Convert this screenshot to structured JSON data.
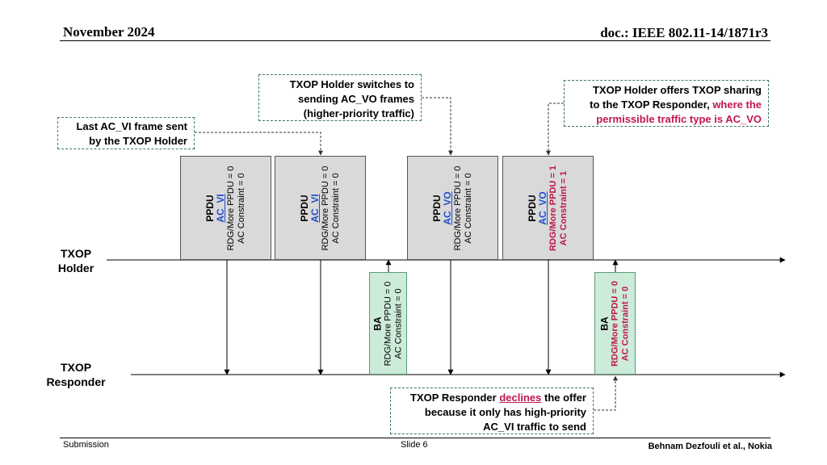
{
  "header": {
    "date": "November 2024",
    "doc": "doc.: IEEE 802.11-14/1871r3"
  },
  "footer": {
    "left": "Submission",
    "center": "Slide 6",
    "right": "Behnam Dezfouli et al., Nokia"
  },
  "lanes": {
    "holder": [
      "TXOP",
      "Holder"
    ],
    "responder": [
      "TXOP",
      "Responder"
    ]
  },
  "callouts": {
    "last_vi": [
      "Last AC_VI frame sent",
      "by the TXOP Holder"
    ],
    "switch": [
      "TXOP Holder switches to",
      "sending AC_VO frames",
      "(higher-priority traffic)"
    ],
    "offer": {
      "line1": "TXOP Holder offers TXOP sharing",
      "line2_plain": "to the TXOP Responder,",
      "line2_red": " where the",
      "line3_red": "permissible traffic type is AC_VO"
    },
    "decline": {
      "pre": "TXOP Responder ",
      "word": "declines",
      "post": " the offer",
      "line2": "because it only has high-priority",
      "line3": "AC_VI traffic to send"
    }
  },
  "frames": [
    {
      "kind": "PPDU",
      "ac": "AC_VI",
      "rdg": "RDG/More PPDU = 0",
      "acc": "AC Constraint = 0"
    },
    {
      "kind": "PPDU",
      "ac": "AC_VI",
      "rdg": "RDG/More PPDU = 0",
      "acc": "AC Constraint = 0"
    },
    {
      "kind": "BA",
      "rdg": "RDG/More PPDU = 0",
      "acc": "AC Constraint = 0"
    },
    {
      "kind": "PPDU",
      "ac": "AC_VO",
      "rdg": "RDG/More PPDU = 0",
      "acc": "AC Constraint = 0"
    },
    {
      "kind": "PPDU",
      "ac": "AC_VO",
      "rdg": "RDG/More PPDU = 1",
      "acc": "AC Constraint = 1"
    },
    {
      "kind": "BA",
      "rdg": "RDG/More PPDU = 0",
      "acc": "AC Constraint = 0"
    }
  ],
  "colors": {
    "highlight_red": "#c0174e",
    "ac_blue": "#1f4fd0",
    "ppdu_fill": "#d9d9d9",
    "ba_fill": "#cdebd9",
    "callout_border": "#3b7a5c"
  }
}
